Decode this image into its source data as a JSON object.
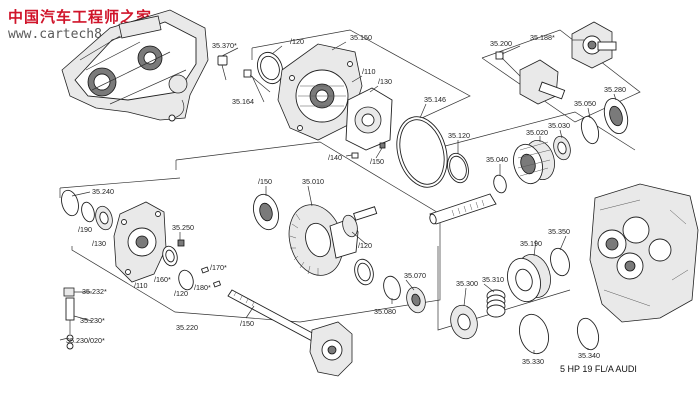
{
  "watermark": {
    "title": "中国汽车工程师之家",
    "url": "www.cartech8.com"
  },
  "caption": "5 HP 19 FL/A AUDI",
  "labels": {
    "p35370": "35.370*",
    "p120a": "/120",
    "p35150": "35.150",
    "p110a": "/110",
    "p130a": "/130",
    "p35164": "35.164",
    "p35146": "35.146",
    "p140": "/140",
    "p150a": "/150",
    "p35120": "35.120",
    "p35200": "35.200",
    "p35188": "35.188*",
    "p35280": "35.280",
    "p35050": "35.050",
    "p35030": "35.030",
    "p35020": "35.020",
    "p35040": "35.040",
    "p35240": "35.240",
    "p190": "/190",
    "p130b": "/130",
    "p35250": "35.250",
    "p150b": "/150",
    "p35010": "35.010",
    "p120b": "/120",
    "p35190": "35.190",
    "p35350": "35.350",
    "p160": "/160*",
    "p110b": "/110",
    "p120c": "/120",
    "p170": "/170*",
    "p180": "/180*",
    "p35070": "35.070",
    "p35300": "35.300",
    "p35310": "35.310",
    "p35232": "35.232*",
    "p35230": "35.230*",
    "p35230020": "35.230/020*",
    "p35220": "35.220",
    "p150c": "/150",
    "p35080": "35.080",
    "p35330": "35.330",
    "p35340": "35.340"
  }
}
